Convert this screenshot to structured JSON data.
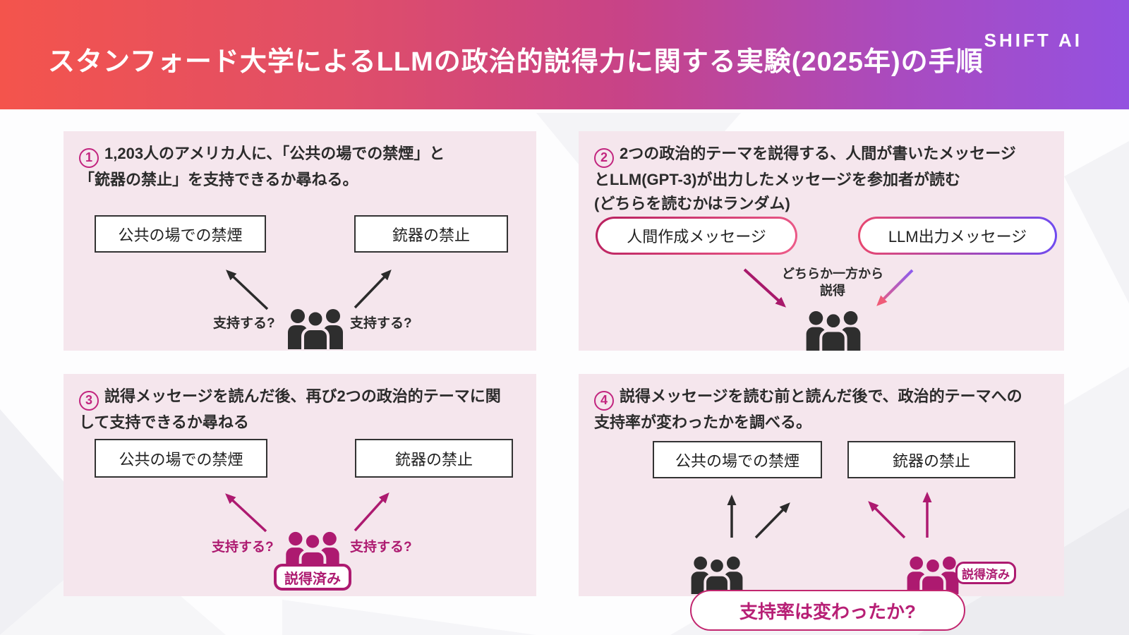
{
  "header": {
    "title": "スタンフォード大学によるLLMの政治的説得力に関する実験(2025年)の手順",
    "logo": "SHIFT AI"
  },
  "colors": {
    "header_gradient_left": "#f4544c",
    "header_gradient_right": "#9451e0",
    "panel_background": "#f5e6ed",
    "accent_magenta": "#ad1a70",
    "number_pink": "#c2257f",
    "dark_text": "#2b2b2b",
    "pill_human_border": [
      "#b81f5e",
      "#ee5d8a"
    ],
    "pill_llm_border": [
      "#e8476f",
      "#6f4bf0"
    ]
  },
  "panel1": {
    "number": "1",
    "title": "1,203人のアメリカ人に、「公共の場での禁煙」と\n「銃器の禁止」を支持できるか尋ねる。",
    "box_left": "公共の場での禁煙",
    "box_right": "銃器の禁止",
    "label_left": "支持する?",
    "label_right": "支持する?"
  },
  "panel2": {
    "number": "2",
    "title": "2つの政治的テーマを説得する、人間が書いたメッセージ\nとLLM(GPT-3)が出力したメッセージを参加者が読む\n(どちらを読むかはランダム)",
    "pill_human": "人間作成メッセージ",
    "pill_llm": "LLM出力メッセージ",
    "arrow_caption_line1": "どちらか一方から",
    "arrow_caption_line2": "説得"
  },
  "panel3": {
    "number": "3",
    "title": "説得メッセージを読んだ後、再び2つの政治的テーマに関\nして支持できるか尋ねる",
    "box_left": "公共の場での禁煙",
    "box_right": "銃器の禁止",
    "label_left": "支持する?",
    "label_right": "支持する?",
    "badge": "説得済み"
  },
  "panel4": {
    "number": "4",
    "title": "説得メッセージを読む前と読んだ後で、政治的テーマへの\n支持率が変わったかを調べる。",
    "box_left": "公共の場での禁煙",
    "box_right": "銃器の禁止",
    "badge": "説得済み",
    "question": "支持率は変わったか?"
  }
}
